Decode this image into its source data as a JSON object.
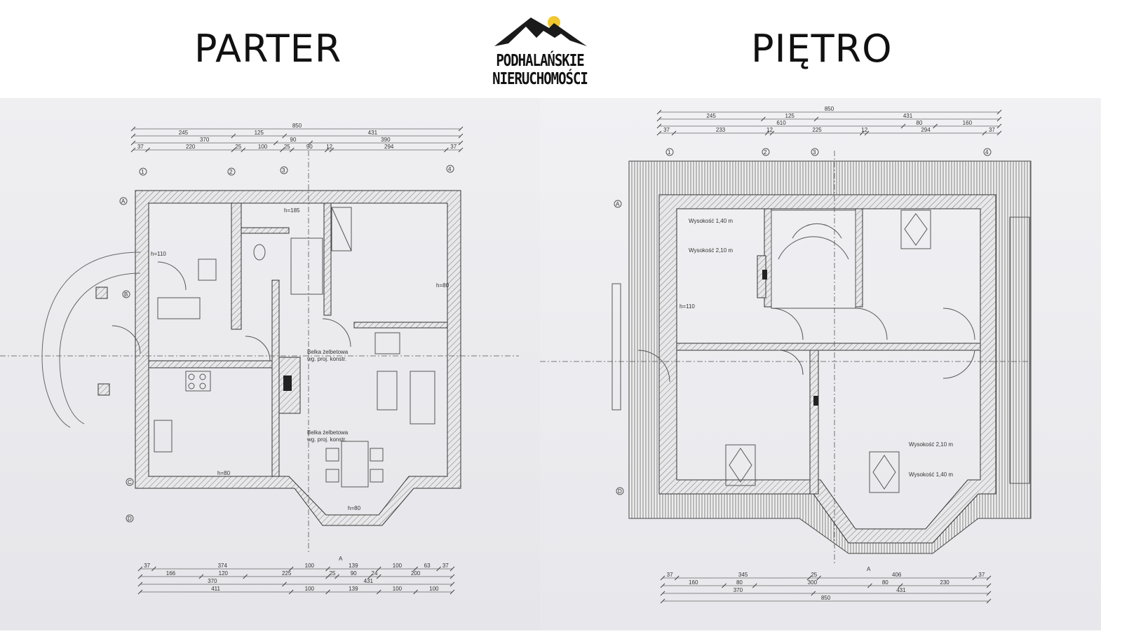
{
  "header": {
    "left_title": "PARTER",
    "right_title": "PIĘTRO",
    "logo": {
      "line1": "PODHALAŃSKIE",
      "line2": "NIERUCHOMOŚCI",
      "sun_color": "#f2c72e"
    }
  },
  "parter": {
    "top_dims": [
      [
        850
      ],
      [
        245,
        125,
        431
      ],
      [
        370,
        90,
        390
      ],
      [
        37,
        220,
        25,
        100,
        25,
        90,
        12,
        294,
        37
      ]
    ],
    "bottom_dims": [
      [
        37,
        374,
        100,
        139,
        100,
        63,
        37
      ],
      [
        166,
        120,
        225,
        25,
        90,
        24,
        200
      ],
      [
        370,
        431
      ],
      [
        411,
        100,
        139,
        100,
        100
      ]
    ],
    "axes": [
      "1",
      "2",
      "3",
      "4"
    ],
    "rows": [
      "A",
      "B",
      "C",
      "D"
    ],
    "notes": {
      "beam1": "Belka żelbetowa",
      "beam2": "wg. proj. konstr.",
      "beam3": "Belka żelbetowa",
      "beam4": "wg. proj. konstr.",
      "h185": "h=185",
      "h80a": "h=80",
      "h80b": "h=80",
      "h80c": "h=80",
      "h110": "h=110",
      "section": "A"
    }
  },
  "pietro": {
    "top_dims": [
      [
        850
      ],
      [
        245,
        125,
        431
      ],
      [
        610,
        80,
        160
      ],
      [
        37,
        233,
        12,
        225,
        12,
        294,
        37
      ]
    ],
    "bottom_dims": [
      [
        37,
        345,
        25,
        406,
        37
      ],
      [
        160,
        80,
        300,
        80,
        230
      ],
      [
        370,
        431
      ],
      [
        850
      ]
    ],
    "axes": [
      "1",
      "2",
      "3",
      "4"
    ],
    "rows": [
      "A",
      "D"
    ],
    "notes": {
      "h140_top": "Wysokość 1,40 m",
      "h210_top": "Wysokość 2,10 m",
      "h210_bot": "Wysokość 2,10 m",
      "h140_bot": "Wysokość 1,40 m",
      "h110": "h=110",
      "section": "A"
    }
  }
}
